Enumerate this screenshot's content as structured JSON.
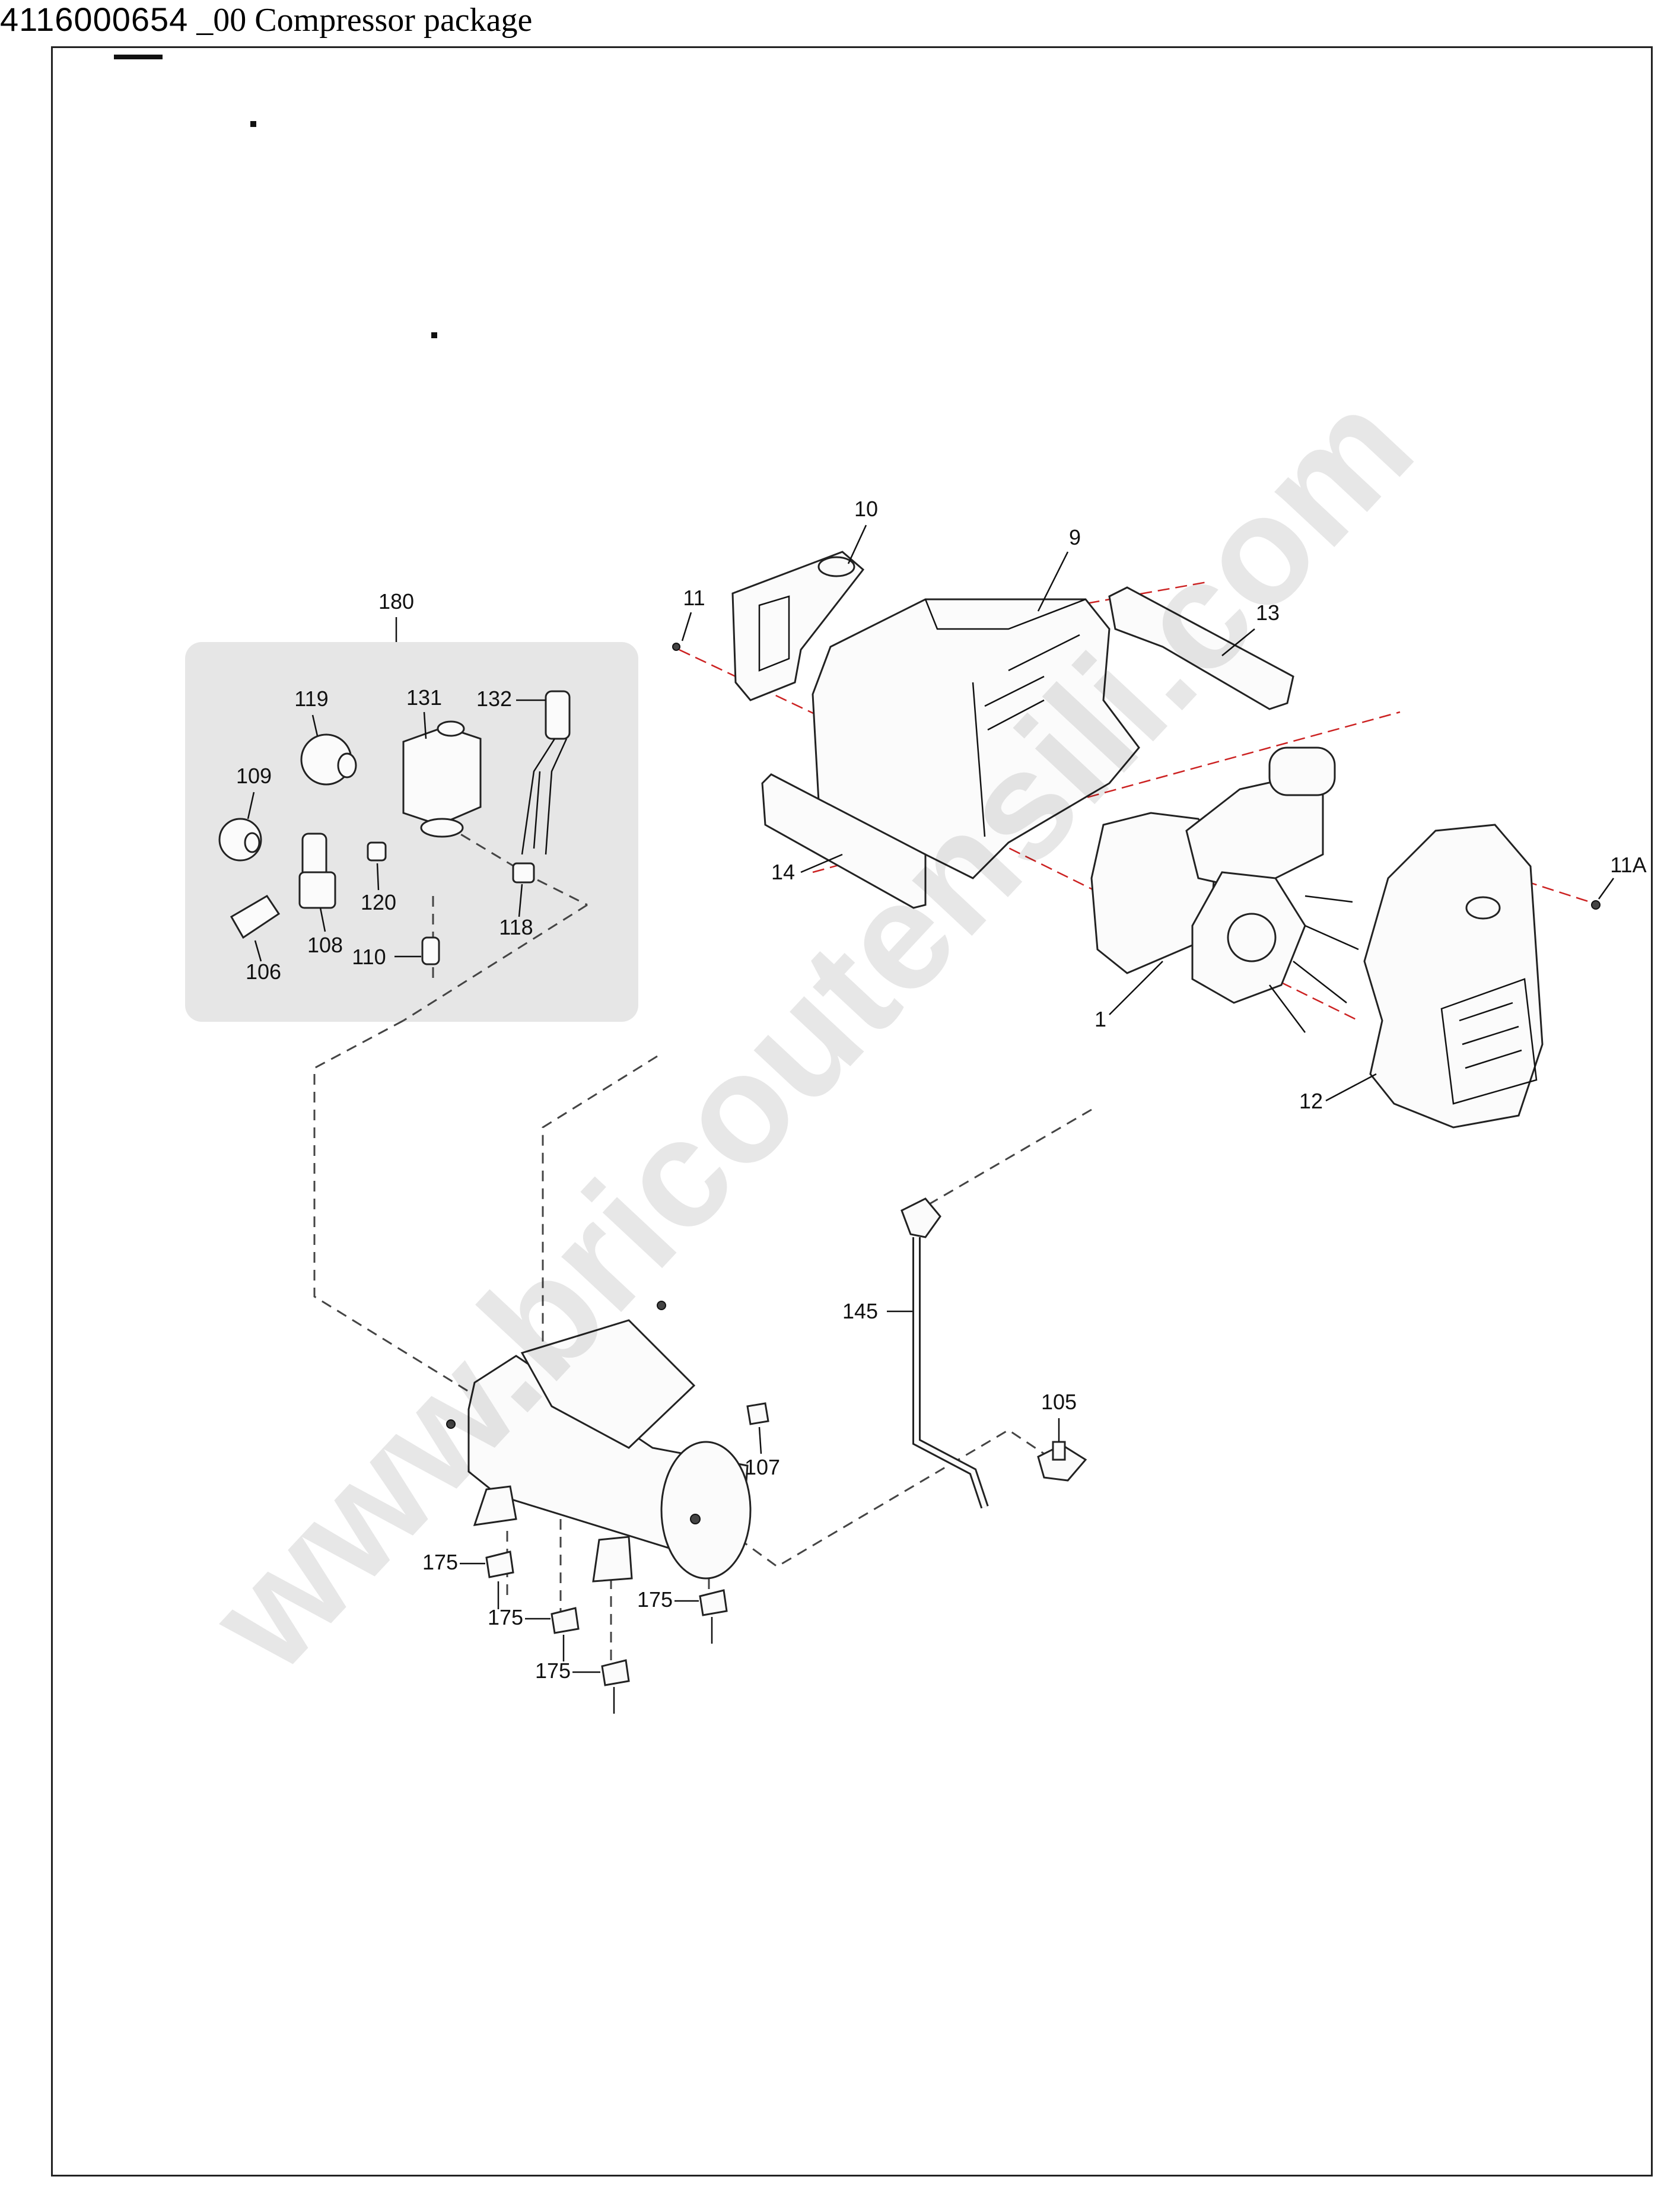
{
  "title": {
    "code": "4116000654",
    "rest": " _00 Compressor package"
  },
  "watermark": "www.bricoutensili.com",
  "group_180": {
    "label": "180"
  },
  "parts": [
    {
      "id": "10",
      "label": "10"
    },
    {
      "id": "9",
      "label": "9"
    },
    {
      "id": "11",
      "label": "11"
    },
    {
      "id": "13",
      "label": "13"
    },
    {
      "id": "14",
      "label": "14"
    },
    {
      "id": "1",
      "label": "1"
    },
    {
      "id": "11A",
      "label": "11A"
    },
    {
      "id": "12",
      "label": "12"
    },
    {
      "id": "119",
      "label": "119"
    },
    {
      "id": "131",
      "label": "131"
    },
    {
      "id": "132",
      "label": "132"
    },
    {
      "id": "109",
      "label": "109"
    },
    {
      "id": "120",
      "label": "120"
    },
    {
      "id": "118",
      "label": "118"
    },
    {
      "id": "106",
      "label": "106"
    },
    {
      "id": "108",
      "label": "108"
    },
    {
      "id": "110",
      "label": "110"
    },
    {
      "id": "145",
      "label": "145"
    },
    {
      "id": "105",
      "label": "105"
    },
    {
      "id": "107",
      "label": "107"
    },
    {
      "id": "175a",
      "label": "175"
    },
    {
      "id": "175b",
      "label": "175"
    },
    {
      "id": "175c",
      "label": "175"
    },
    {
      "id": "175d",
      "label": "175"
    }
  ],
  "colors": {
    "line": "#222222",
    "panel": "#e6e6e6",
    "red_axis": "#cc2222",
    "watermark": "#000000"
  }
}
